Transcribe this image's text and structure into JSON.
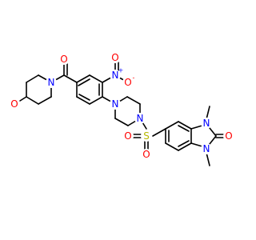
{
  "molecule": {
    "atoms": {
      "morpholine_O": {
        "symbol": "O",
        "color": "#ff0000"
      },
      "morpholine_N": {
        "symbol": "N",
        "color": "#0000ff"
      },
      "carbonyl_O": {
        "symbol": "O",
        "color": "#ff0000"
      },
      "nitro_N": {
        "symbol": "N",
        "charge": "+",
        "color": "#0000ff"
      },
      "nitro_O1": {
        "symbol": "O",
        "color": "#ff0000"
      },
      "nitro_O2": {
        "symbol": "O",
        "charge": "-",
        "color": "#ff0000"
      },
      "piperazine_N1": {
        "symbol": "N",
        "color": "#0000ff"
      },
      "piperazine_N2": {
        "symbol": "N",
        "color": "#0000ff"
      },
      "sulfonyl_S": {
        "symbol": "S",
        "color": "#b8b800"
      },
      "sulfonyl_O1": {
        "symbol": "O",
        "color": "#ff0000"
      },
      "sulfonyl_O2": {
        "symbol": "O",
        "color": "#ff0000"
      },
      "imidazole_N1": {
        "symbol": "N",
        "color": "#0000ff"
      },
      "imidazole_N3": {
        "symbol": "N",
        "color": "#0000ff"
      },
      "urea_O": {
        "symbol": "O",
        "color": "#ff0000"
      }
    }
  }
}
